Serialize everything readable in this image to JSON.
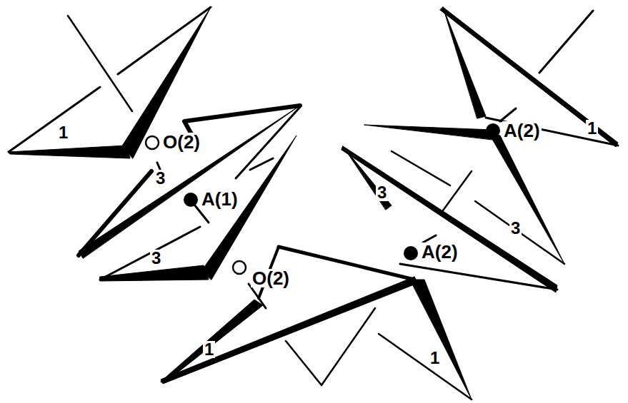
{
  "diagram": {
    "labels": [
      "1",
      "O(2)",
      "3",
      "A(1)",
      "3",
      "O(2)",
      "1",
      "1",
      "A(2)",
      "1",
      "3",
      "3",
      "A(2)"
    ]
  }
}
